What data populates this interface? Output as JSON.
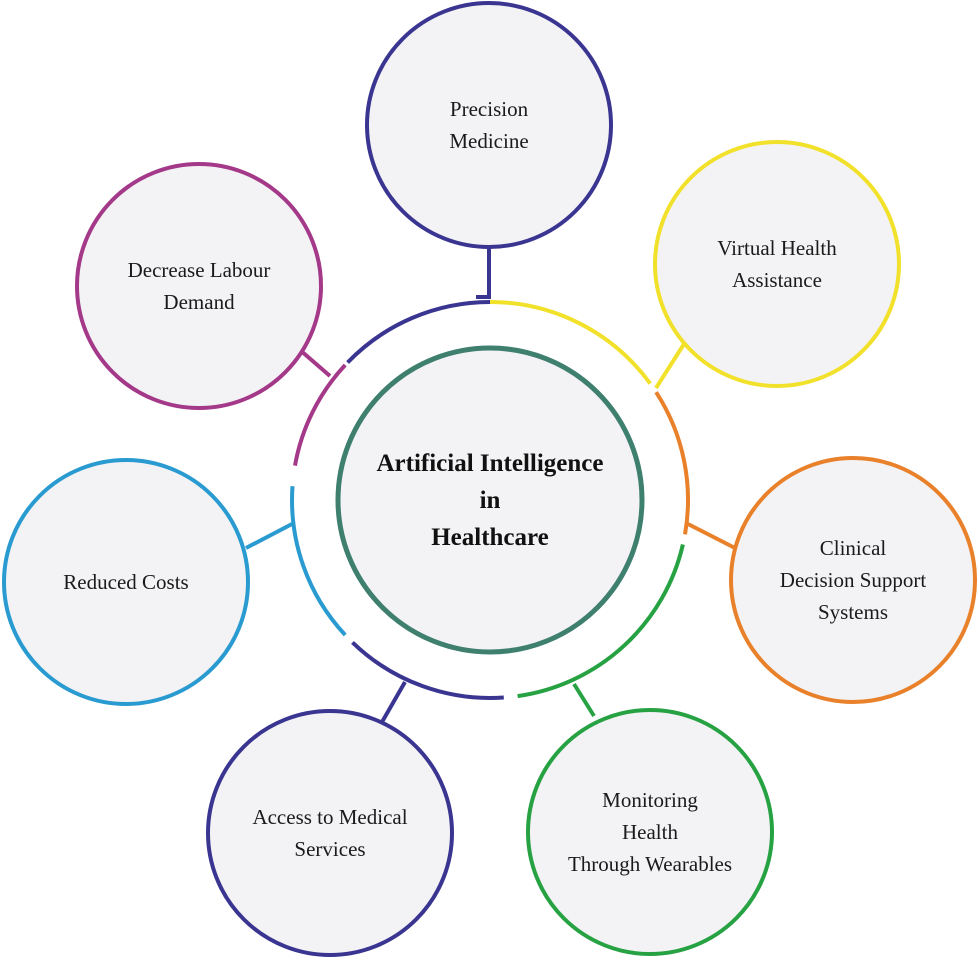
{
  "center": {
    "lines": [
      "Artificial Intelligence",
      "in",
      "Healthcare"
    ],
    "stroke": "#3f7f6e"
  },
  "nodes": [
    {
      "id": "precision-medicine",
      "lines": [
        "Precision",
        "Medicine"
      ],
      "color": "#3a3591"
    },
    {
      "id": "virtual-health-assistance",
      "lines": [
        "Virtual Health",
        "Assistance"
      ],
      "color": "#f2e12b"
    },
    {
      "id": "clinical-decision-support-systems",
      "lines": [
        "Clinical",
        "Decision Support",
        "Systems"
      ],
      "color": "#e9812b"
    },
    {
      "id": "monitoring-health-through-wearables",
      "lines": [
        "Monitoring",
        "Health",
        "Through Wearables"
      ],
      "color": "#27a243"
    },
    {
      "id": "access-to-medical-services",
      "lines": [
        "Access to Medical",
        "Services"
      ],
      "color": "#3a3591"
    },
    {
      "id": "reduced-costs",
      "lines": [
        "Reduced Costs"
      ],
      "color": "#2a9bd0"
    },
    {
      "id": "decrease-labour-demand",
      "lines": [
        "Decrease Labour",
        "Demand"
      ],
      "color": "#a43889"
    }
  ],
  "node_fill": "#f3f2f4"
}
